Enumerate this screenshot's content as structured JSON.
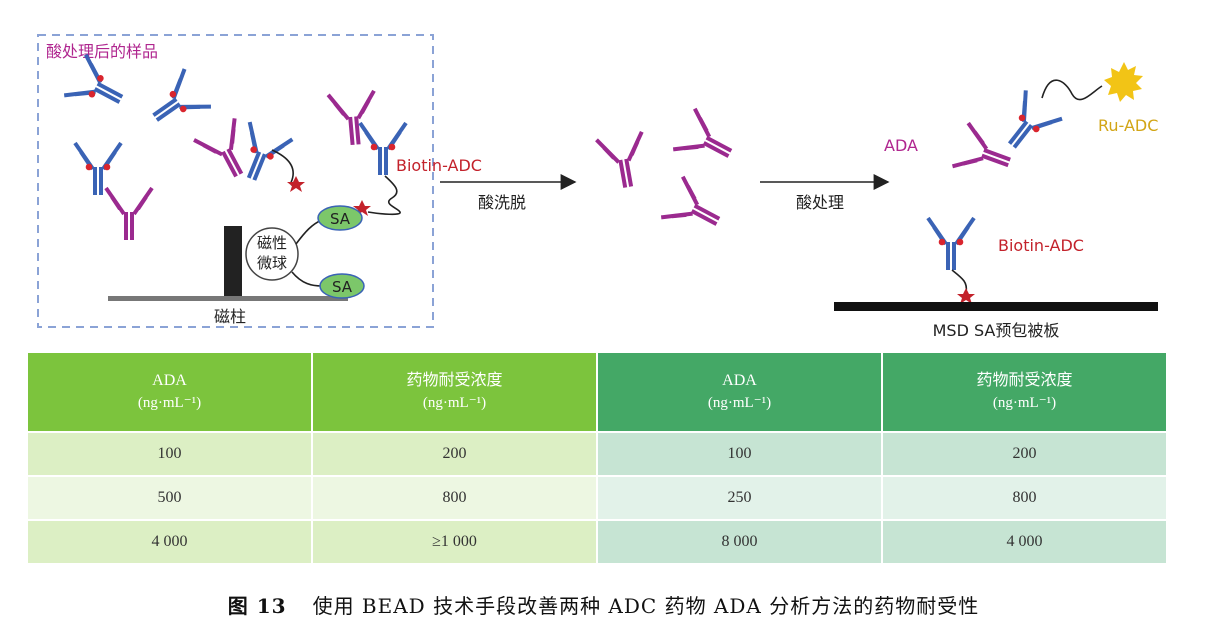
{
  "diagram": {
    "sample_label": "酸处理后的样品",
    "biotin_adc_left": "Biotin-ADC",
    "sa_label_1": "SA",
    "sa_label_2": "SA",
    "bead_label_1": "磁性",
    "bead_label_2": "微球",
    "column_label": "磁柱",
    "elution_label": "酸洗脱",
    "acid_label": "酸处理",
    "ada_label": "ADA",
    "ru_adc_label": "Ru-ADC",
    "biotin_adc_right": "Biotin-ADC",
    "plate_label": "MSD SA预包被板",
    "colors": {
      "blue_antibody": "#3a63b5",
      "purple_antibody": "#9b2a8f",
      "red_dot": "#d9252e",
      "sa_green": "#7cc76a",
      "ru_yellow": "#f2c416",
      "label_magenta": "#b0268f",
      "label_red": "#c3222b",
      "label_gold": "#d2a516",
      "dashed_box": "#8ba3d6"
    }
  },
  "table": {
    "headers": [
      {
        "title": "ADA",
        "unit": "(ng·mL⁻¹)"
      },
      {
        "title": "药物耐受浓度",
        "unit": "(ng·mL⁻¹)"
      },
      {
        "title": "ADA",
        "unit": "(ng·mL⁻¹)"
      },
      {
        "title": "药物耐受浓度",
        "unit": "(ng·mL⁻¹)"
      }
    ],
    "rows": [
      [
        "100",
        "200",
        "100",
        "200"
      ],
      [
        "500",
        "800",
        "250",
        "800"
      ],
      [
        "4 000",
        "≥1 000",
        "8 000",
        "4 000"
      ]
    ],
    "colors": {
      "left_header": "#7cc43d",
      "right_header": "#44a866"
    }
  },
  "caption": {
    "figure_number": "图 13",
    "text": "使用 BEAD 技术手段改善两种 ADC 药物 ADA 分析方法的药物耐受性"
  }
}
